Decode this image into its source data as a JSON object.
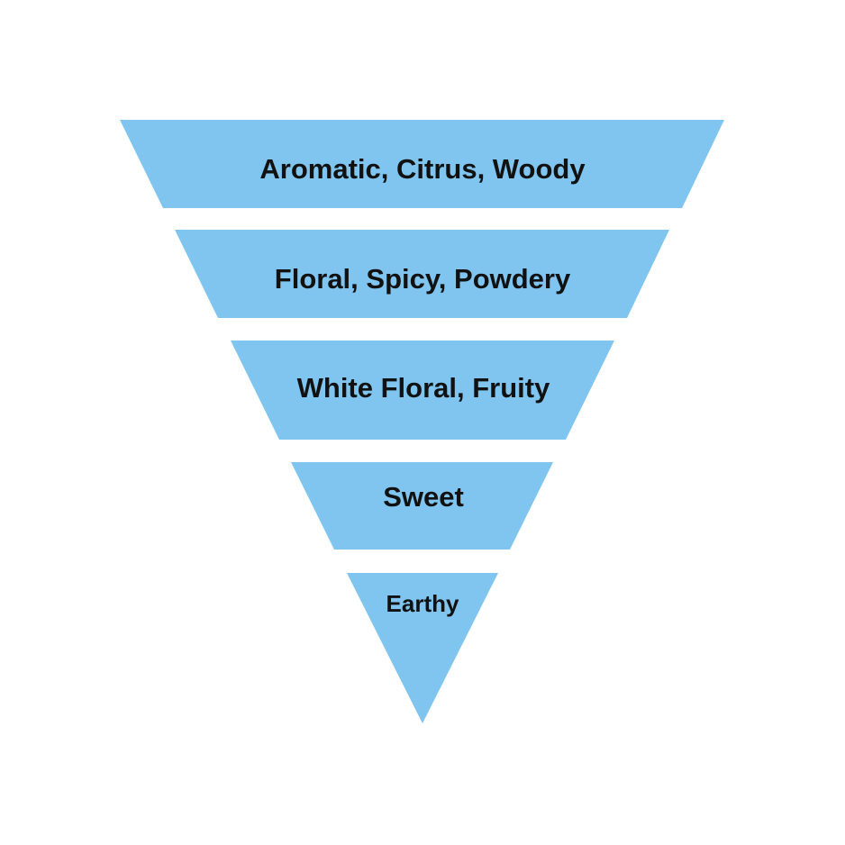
{
  "colors": {
    "tier_fill": "#7fc5f0",
    "text": "#111111",
    "background": "#ffffff"
  },
  "tiers": [
    {
      "label": "Aromatic, Citrus, Woody"
    },
    {
      "label": "Floral, Spicy, Powdery"
    },
    {
      "label": "White Floral, Fruity"
    },
    {
      "label": "Sweet"
    },
    {
      "label": "Earthy"
    }
  ]
}
